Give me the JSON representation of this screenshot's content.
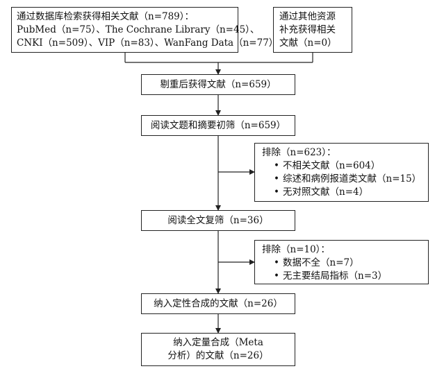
{
  "db_search": {
    "line1": "通过数据库检索获得相关文献（n=789）：",
    "line2": "PubMed（n=75）、The Cochrane Library（n=45）、",
    "line3": "CNKI（n=509）、VIP（n=83）、WanFang Data（n=77）"
  },
  "other_sources": {
    "line1": "通过其他资源",
    "line2": "补充获得相关",
    "line3": "文献（n=0）"
  },
  "dedup": {
    "label": "剔重后获得文献（n=659）"
  },
  "title_screen": {
    "label": "阅读文题和摘要初筛（n=659）"
  },
  "exclude1": {
    "title": "排除（n=623）：",
    "items": [
      "不相关文献（n=604）",
      "综述和病例报道类文献（n=15）",
      "无对照文献（n=4）"
    ]
  },
  "fulltext": {
    "label": "阅读全文复筛（n=36）"
  },
  "exclude2": {
    "title": "排除（n=10）：",
    "items": [
      "数据不全（n=7）",
      "无主要结局指标（n=3）"
    ]
  },
  "qualitative": {
    "label": "纳入定性合成的文献（n=26）"
  },
  "quantitative": {
    "line1": "纳入定量合成（Meta",
    "line2": "分析）的文献（n=26）"
  },
  "bullet": "•"
}
